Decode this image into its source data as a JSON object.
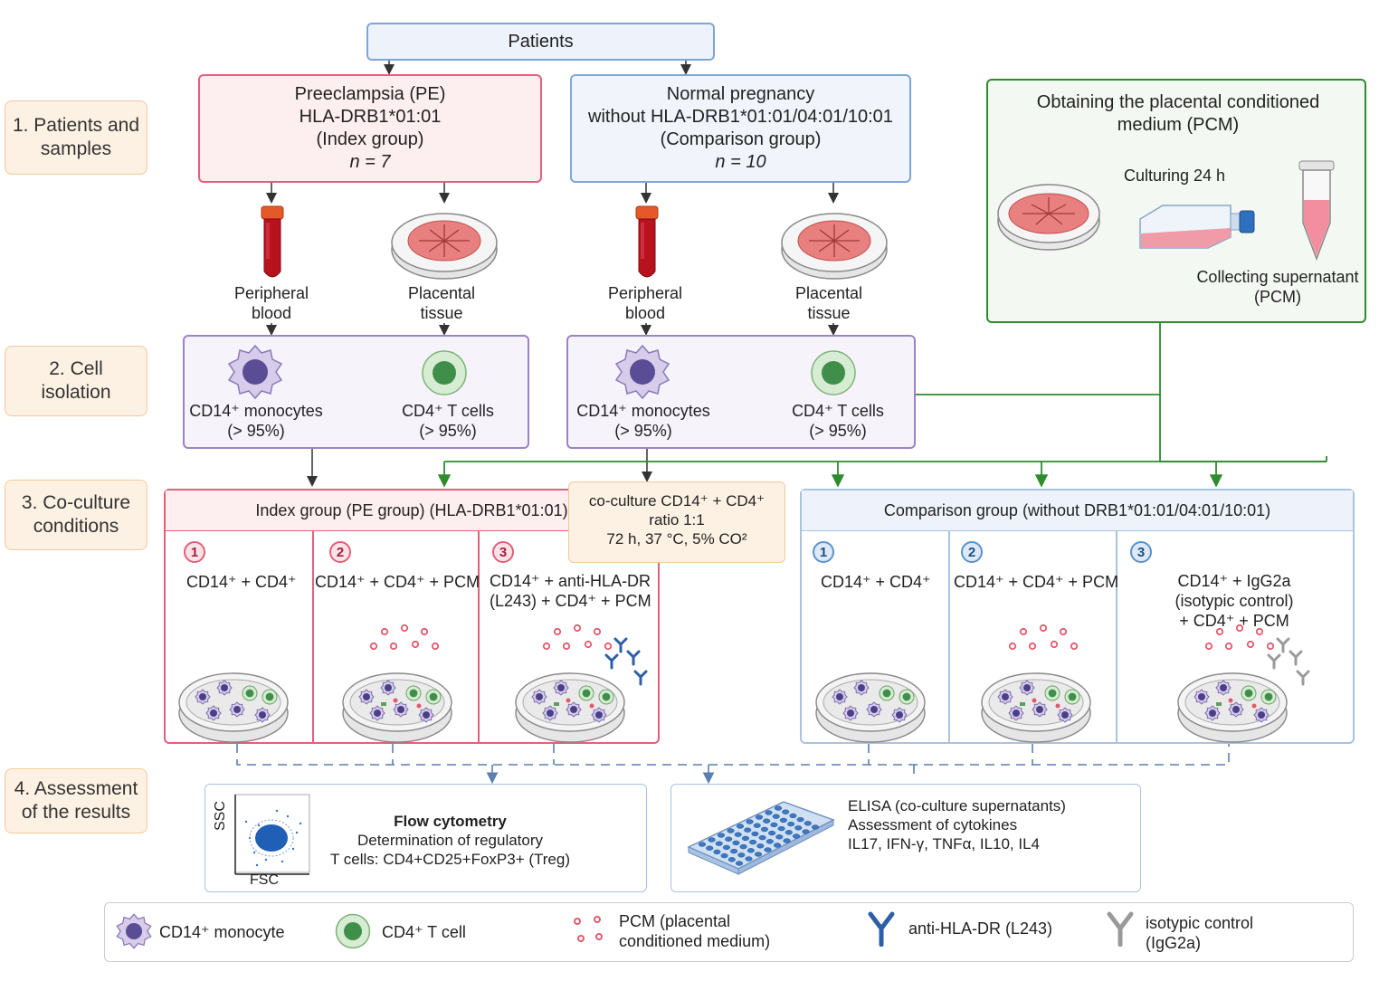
{
  "patients": "Patients",
  "steps": {
    "s1": "1. Patients and samples",
    "s2": "2. Cell isolation",
    "s3": "3. Co-culture conditions",
    "s4": "4. Assessment of the results"
  },
  "pe_box": {
    "line1": "Preeclampsia (PE)",
    "line2": "HLA-DRB1*01:01",
    "line3": "(Index group)",
    "n": "n = 7"
  },
  "normal_box": {
    "line1": "Normal pregnancy",
    "line2": "without HLA-DRB1*01:01/04:01/10:01",
    "line3": "(Comparison group)",
    "n": "n = 10"
  },
  "pcm_panel": {
    "title": "Obtaining the placental conditioned medium (PCM)",
    "culturing": "Culturing 24 h",
    "collecting": "Collecting supernatant",
    "collecting_sub": "(PCM)"
  },
  "samples": {
    "blood": "Peripheral blood",
    "tissue": "Placental tissue"
  },
  "isolation": {
    "mono": "CD14⁺ monocytes",
    "mono_pct": "(> 95%)",
    "tcell": "CD4⁺ T cells",
    "tcell_pct": "(> 95%)"
  },
  "coculture_note": {
    "line1": "co-culture CD14⁺ + CD4⁺",
    "line2": "ratio 1:1",
    "line3": "72 h, 37 °C, 5% CO²"
  },
  "index_group": {
    "title": "Index group (PE group) (HLA-DRB1*01:01)",
    "c1": "CD14⁺ + CD4⁺",
    "c2": "CD14⁺ + CD4⁺ + PCM",
    "c3a": "CD14⁺ + anti-HLA-DR",
    "c3b": "(L243) + CD4⁺ + PCM"
  },
  "comparison_group": {
    "title": "Comparison group (without DRB1*01:01/04:01/10:01)",
    "c1": "CD14⁺ + CD4⁺",
    "c2": "CD14⁺ + CD4⁺ + PCM",
    "c3a": "CD14⁺ + IgG2a",
    "c3b": "(isotypic control)",
    "c3c": "+ CD4⁺ + PCM"
  },
  "numbers": [
    "1",
    "2",
    "3"
  ],
  "flow": {
    "title": "Flow cytometry",
    "line2": "Determination of regulatory",
    "line3": "T cells: CD4+CD25+FoxP3+ (Treg)",
    "ssc": "SSC",
    "fsc": "FSC"
  },
  "elisa": {
    "title": "ELISA (co-culture supernatants)",
    "line2": "Assessment of cytokines",
    "line3": "IL17, IFN-γ, TNFα, IL10, IL4"
  },
  "legend": {
    "mono": "CD14⁺ monocyte",
    "tcell": "CD4⁺ T cell",
    "pcm1": "PCM (placental",
    "pcm2": "conditioned medium)",
    "antibody": "anti-HLA-DR (L243)",
    "iso1": "isotypic control",
    "iso2": "(IgG2a)"
  },
  "colors": {
    "red_border": "#e3607a",
    "red_fill": "#fdeef0",
    "blue_border": "#7ea6d4",
    "blue_fill": "#f1f5fb",
    "purple_border": "#9b84c6",
    "green_line": "#2e8b2e",
    "orange_border": "#f2c99a",
    "orange_fill": "#fdf1e3"
  }
}
